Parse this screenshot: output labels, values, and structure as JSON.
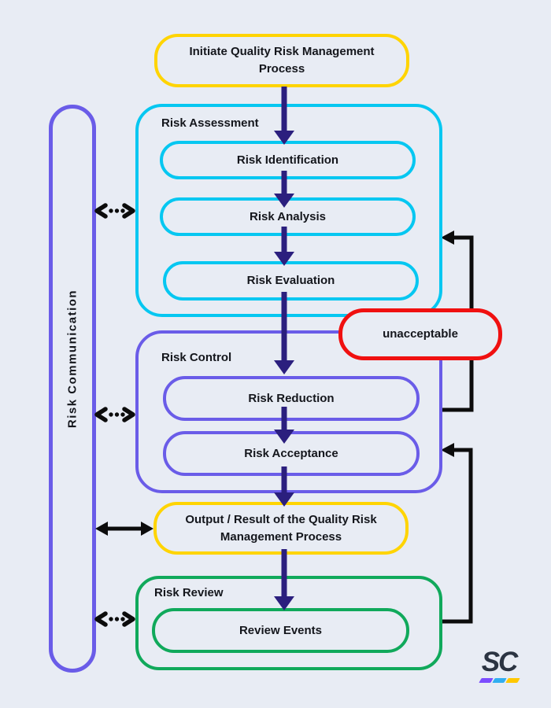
{
  "palette": {
    "bg": "#E8ECF4",
    "yellow": "#FFD400",
    "cyan": "#06C7F1",
    "purple": "#6A5CE8",
    "green": "#10A95B",
    "red": "#F01010",
    "navy": "#2B1F7E",
    "connector": "#0C0C0C",
    "text": "#14161C",
    "logo_dark": "#2B3442",
    "stripe_purple": "#7C4DFF",
    "stripe_blue": "#31AEF0",
    "stripe_yellow": "#FFC800"
  },
  "flow": {
    "initiate": "Initiate Quality Risk Management Process",
    "risk_communication": "Risk Communication",
    "assessment": {
      "title": "Risk Assessment",
      "steps": [
        "Risk Identification",
        "Risk Analysis",
        "Risk Evaluation"
      ]
    },
    "unacceptable": "unacceptable",
    "control": {
      "title": "Risk Control",
      "steps": [
        "Risk Reduction",
        "Risk Acceptance"
      ]
    },
    "output": "Output / Result of the Quality Risk Management Process",
    "review": {
      "title": "Risk Review",
      "steps": [
        "Review Events"
      ]
    }
  },
  "logo": {
    "text": "SC"
  }
}
